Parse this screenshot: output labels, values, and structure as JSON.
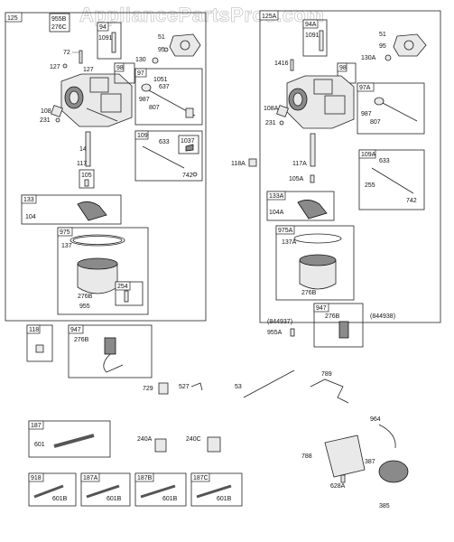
{
  "watermark": "AppliancePartsPros.com",
  "labels": {
    "g125": "125",
    "p955B": "955B",
    "p276C": "276C",
    "p94": "94",
    "p1091": "1091",
    "p51": "51",
    "p95": "95",
    "p72": "72",
    "p130": "130",
    "p127a": "127",
    "p127b": "127",
    "p98": "98",
    "p97": "97",
    "p1051": "1051",
    "p637": "637",
    "p987": "987",
    "p807": "807",
    "p108": "108",
    "p231": "231",
    "p109": "109",
    "p633": "633",
    "p1037": "1037",
    "p142": "142",
    "p117": "117",
    "p742": "742",
    "p105": "105",
    "p133": "133",
    "p104": "104",
    "p975": "975",
    "p137": "137",
    "p276B": "276B",
    "p254": "254",
    "p955": "955",
    "g125A": "125A",
    "p94A": "94A",
    "p1091A": "1091",
    "p51A": "51",
    "p95A": "95",
    "p130A": "130A",
    "p1416": "1416",
    "p98A": "98",
    "p97A": "97A",
    "p108A": "108A",
    "p231A": "231",
    "p987A": "987",
    "p807A": "807",
    "p118A": "118A",
    "p117A": "117A",
    "p109A": "109A",
    "p633A": "633",
    "p105A": "105A",
    "p255": "255",
    "p742A": "742",
    "p133A": "133A",
    "p104A": "104A",
    "p975A": "975A",
    "p137A": "137A",
    "p276Ba": "276B",
    "p947A": "947",
    "p276Bb": "276B",
    "p844937": "(844937)",
    "p844938": "(844938)",
    "p955A": "955A",
    "p118": "118",
    "p947": "947",
    "p276Bc": "276B",
    "p729": "729",
    "p527": "527",
    "p53": "53",
    "p789": "789",
    "p187": "187",
    "p601": "601",
    "p240A": "240A",
    "p240C": "240C",
    "p964": "964",
    "p788": "788",
    "p387": "387",
    "p628A": "628A",
    "p385": "385",
    "p918": "918",
    "p601B1": "601B",
    "p187A": "187A",
    "p601B2": "601B",
    "p187B": "187B",
    "p601B3": "601B",
    "p187C": "187C",
    "p601B4": "601B"
  }
}
